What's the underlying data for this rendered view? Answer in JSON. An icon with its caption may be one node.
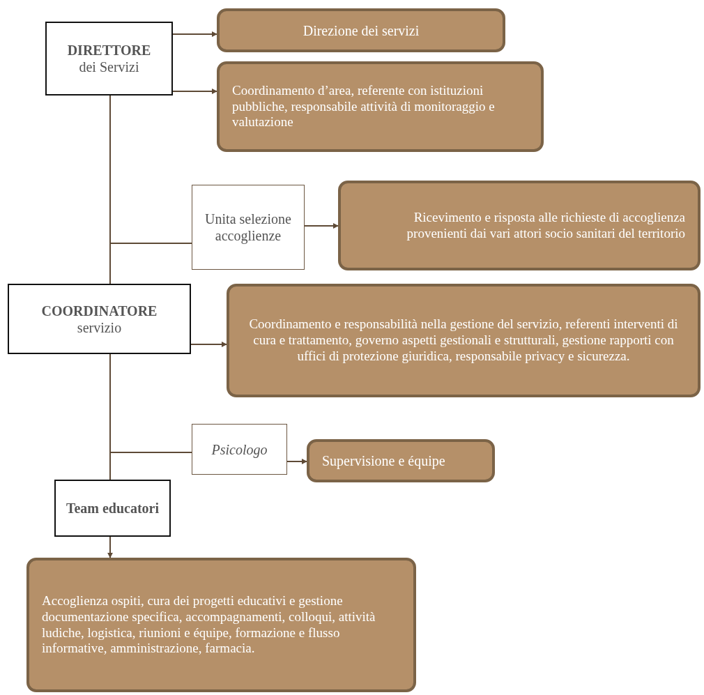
{
  "diagram": {
    "nodes": [
      {
        "text": [
          "DIRETTORE",
          "dei Servizi"
        ]
      },
      {
        "text": [
          "Direzione dei servizi"
        ]
      },
      {
        "text": [
          "Coordinamento d’area, referente con istituzioni pubbliche, responsabile attività di monitoraggio e valutazione"
        ]
      },
      {
        "text": [
          "Unita selezione accoglienze"
        ]
      },
      {
        "text": [
          "Ricevimento e risposta alle richieste di accoglienza provenienti dai vari attori socio sanitari del territorio"
        ]
      },
      {
        "text": [
          "COORDINATORE",
          "servizio"
        ]
      },
      {
        "text": [
          "Coordinamento e responsabilità nella gestione del servizio, referenti interventi di cura e trattamento, governo aspetti gestionali e strutturali, gestione rapporti con uffici di protezione giuridica, responsabile privacy e sicurezza."
        ]
      },
      {
        "text": [
          "Psicologo"
        ]
      },
      {
        "text": [
          "Supervisione e équipe"
        ]
      },
      {
        "text": [
          "Team educatori"
        ]
      },
      {
        "text": [
          "Accoglienza ospiti, cura dei progetti educativi e gestione documentazione specifica, accompagnamenti, colloqui, attività ludiche, logistica, riunioni e équipe, formazione e flusso informative, amministrazione, farmacia."
        ]
      }
    ],
    "edges": [
      {
        "from": 0,
        "to": 1,
        "arrow": "to"
      },
      {
        "from": 0,
        "to": 2,
        "arrow": "to"
      },
      {
        "from": 0,
        "to": 3,
        "arrow": "none"
      },
      {
        "from": 0,
        "to": 5,
        "arrow": "none"
      },
      {
        "from": 3,
        "to": 4,
        "arrow": "to"
      },
      {
        "from": 5,
        "to": 6,
        "arrow": "to"
      },
      {
        "from": 5,
        "to": 7,
        "arrow": "none"
      },
      {
        "from": 5,
        "to": 9,
        "arrow": "none"
      },
      {
        "from": 7,
        "to": 8,
        "arrow": "to"
      },
      {
        "from": 9,
        "to": 10,
        "arrow": "to"
      }
    ]
  }
}
